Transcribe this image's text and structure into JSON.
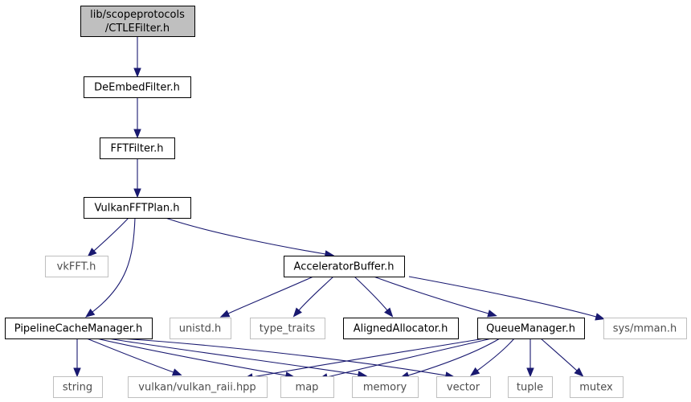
{
  "graph": {
    "nodes": [
      {
        "id": "ctle",
        "kind": "root",
        "lines": [
          "lib/scopeprotocols",
          "/CTLEFilter.h"
        ]
      },
      {
        "id": "deembed",
        "kind": "header",
        "lines": [
          "DeEmbedFilter.h"
        ]
      },
      {
        "id": "fft",
        "kind": "header",
        "lines": [
          "FFTFilter.h"
        ]
      },
      {
        "id": "vkplan",
        "kind": "header",
        "lines": [
          "VulkanFFTPlan.h"
        ]
      },
      {
        "id": "vkfft",
        "kind": "system",
        "lines": [
          "vkFFT.h"
        ]
      },
      {
        "id": "accbuf",
        "kind": "header",
        "lines": [
          "AcceleratorBuffer.h"
        ]
      },
      {
        "id": "pcm",
        "kind": "header",
        "lines": [
          "PipelineCacheManager.h"
        ]
      },
      {
        "id": "unistd",
        "kind": "system",
        "lines": [
          "unistd.h"
        ]
      },
      {
        "id": "typetraits",
        "kind": "system",
        "lines": [
          "type_traits"
        ]
      },
      {
        "id": "alignedalloc",
        "kind": "header",
        "lines": [
          "AlignedAllocator.h"
        ]
      },
      {
        "id": "queuemgr",
        "kind": "header",
        "lines": [
          "QueueManager.h"
        ]
      },
      {
        "id": "sysmman",
        "kind": "system",
        "lines": [
          "sys/mman.h"
        ]
      },
      {
        "id": "string",
        "kind": "system",
        "lines": [
          "string"
        ]
      },
      {
        "id": "vulkanraii",
        "kind": "system",
        "lines": [
          "vulkan/vulkan_raii.hpp"
        ]
      },
      {
        "id": "map",
        "kind": "system",
        "lines": [
          "map"
        ]
      },
      {
        "id": "memory",
        "kind": "system",
        "lines": [
          "memory"
        ]
      },
      {
        "id": "vector",
        "kind": "system",
        "lines": [
          "vector"
        ]
      },
      {
        "id": "tuple",
        "kind": "system",
        "lines": [
          "tuple"
        ]
      },
      {
        "id": "mutex",
        "kind": "system",
        "lines": [
          "mutex"
        ]
      }
    ],
    "edges": [
      {
        "from": "ctle",
        "to": "deembed"
      },
      {
        "from": "deembed",
        "to": "fft"
      },
      {
        "from": "fft",
        "to": "vkplan"
      },
      {
        "from": "vkplan",
        "to": "vkfft"
      },
      {
        "from": "vkplan",
        "to": "pcm"
      },
      {
        "from": "vkplan",
        "to": "accbuf"
      },
      {
        "from": "accbuf",
        "to": "unistd"
      },
      {
        "from": "accbuf",
        "to": "typetraits"
      },
      {
        "from": "accbuf",
        "to": "alignedalloc"
      },
      {
        "from": "accbuf",
        "to": "queuemgr"
      },
      {
        "from": "accbuf",
        "to": "sysmman"
      },
      {
        "from": "pcm",
        "to": "string"
      },
      {
        "from": "pcm",
        "to": "vulkanraii"
      },
      {
        "from": "pcm",
        "to": "map"
      },
      {
        "from": "pcm",
        "to": "memory"
      },
      {
        "from": "pcm",
        "to": "vector"
      },
      {
        "from": "queuemgr",
        "to": "vulkanraii"
      },
      {
        "from": "queuemgr",
        "to": "map"
      },
      {
        "from": "queuemgr",
        "to": "memory"
      },
      {
        "from": "queuemgr",
        "to": "vector"
      },
      {
        "from": "queuemgr",
        "to": "tuple"
      },
      {
        "from": "queuemgr",
        "to": "mutex"
      }
    ]
  }
}
